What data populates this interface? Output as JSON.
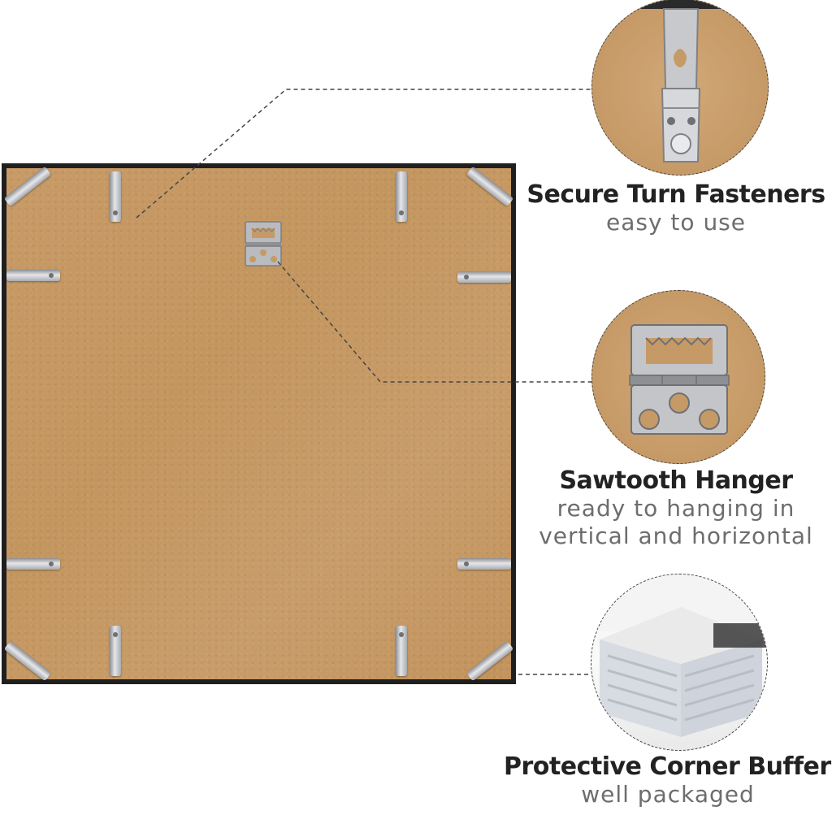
{
  "features": [
    {
      "title": "Secure Turn Fasteners",
      "subtitle_lines": [
        "easy to use"
      ]
    },
    {
      "title": "Sawtooth Hanger",
      "subtitle_lines": [
        "ready to hanging in",
        "vertical and horizontal"
      ]
    },
    {
      "title": "Protective Corner Buffers",
      "subtitle_lines": [
        "well packaged"
      ]
    }
  ],
  "colors": {
    "frame": "#1f1f1f",
    "backboard": "#c69a66",
    "title_text": "#222222",
    "subtitle_text": "#6d6d6d",
    "connector": "#444444"
  },
  "icons": [
    "turn-fastener-icon",
    "sawtooth-hanger-icon",
    "corner-buffer-icon"
  ]
}
